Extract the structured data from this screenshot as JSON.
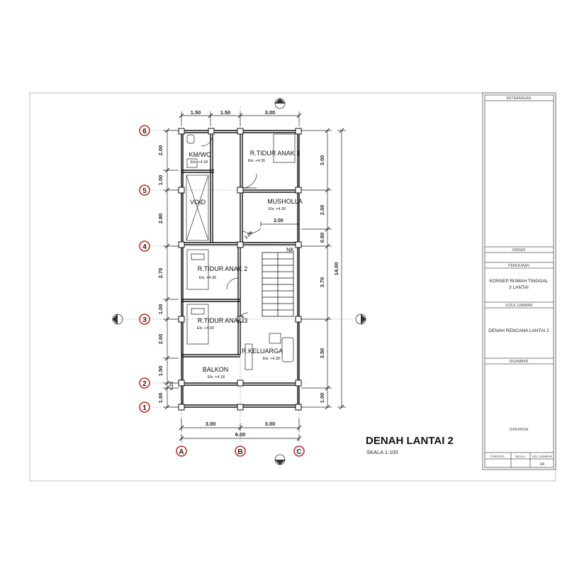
{
  "drawing": {
    "title": "DENAH LANTAI 2",
    "scale": "SKALA 1:100",
    "grid_axes_horizontal": [
      "A",
      "B",
      "C"
    ],
    "grid_axes_vertical": [
      "1",
      "2",
      "3",
      "4",
      "5",
      "6"
    ],
    "dims_top": [
      "1.50",
      "1.50",
      "3.00"
    ],
    "dims_bottom": [
      "3.00",
      "3.00",
      "6.00"
    ],
    "dims_left": [
      "2.00",
      "1.00",
      "2.80",
      "2.70",
      "1.00",
      "2.00",
      "1.50",
      "0.23",
      "1.00"
    ],
    "dims_right": [
      "3.00",
      "2.00",
      "0.80",
      "3.70",
      "3.50",
      "1.00",
      "14.00"
    ],
    "interior_dims": [
      "2.00",
      "1.06"
    ],
    "rooms": [
      {
        "name": "KM/WC",
        "elv": "Elv. +4.18"
      },
      {
        "name": "R.TIDUR ANAK 1",
        "elv": "Elv. +4.30"
      },
      {
        "name": "VOID",
        "elv": ""
      },
      {
        "name": "MUSHOLLA",
        "elv": "Elv. +4.30"
      },
      {
        "name": "R.TIDUR ANAK 2",
        "elv": "Elv. +4.30"
      },
      {
        "name": "R.TIDUR ANAK 3",
        "elv": "Elv. +4.30"
      },
      {
        "name": "R.KELUARGA",
        "elv": "Elv. +4.30"
      },
      {
        "name": "BALKON",
        "elv": "Elv. +4.18"
      }
    ],
    "stair_label": "NK"
  },
  "title_block": {
    "keterangan": "KETERANGAN",
    "owner": "OWNER",
    "pekerjaan": "PEKERJAAN",
    "project_line1": "KONSEP RUMAH TINGGAL",
    "project_line2": "3 LANTAI",
    "judul_gambar": "JUDUL GAMBAR",
    "drawing_name": "DENAH RENCANA LANTAI 2",
    "digambar": "DIGAMBAR",
    "diperiksa": "DIPERIKSA",
    "tanggal": "TANGGAL",
    "skala": "SKALA",
    "no_lembar": "NO. LEMBAR",
    "sheet_no": "04"
  }
}
